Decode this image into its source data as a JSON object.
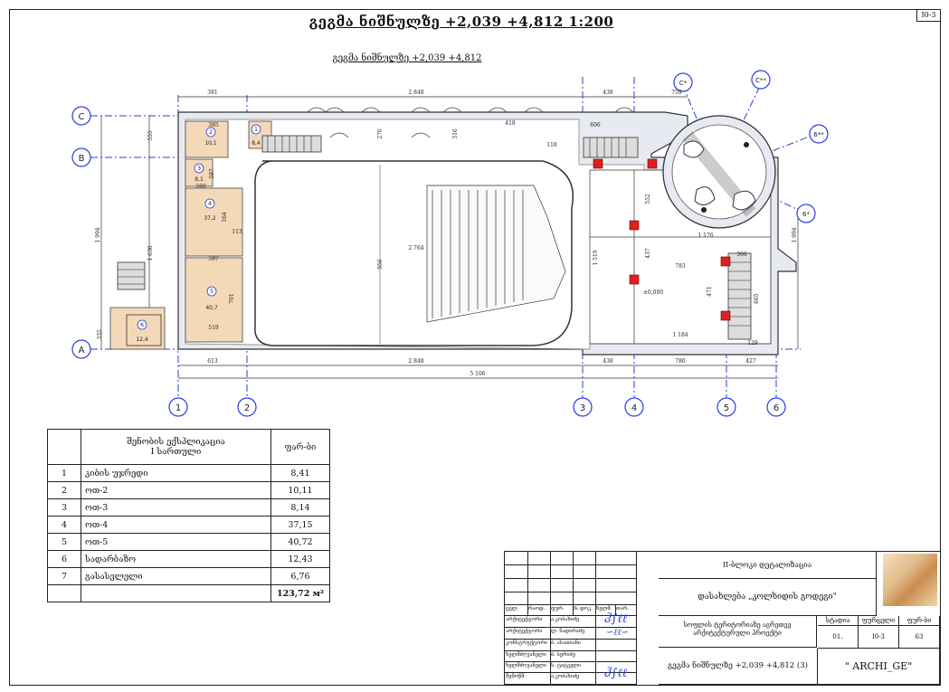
{
  "sheet_id": "I0-3",
  "title_main": "გეგმა ნიშნულზე +2,039 +4,812   1:200",
  "title_sub": "გეგმა ნიშნულზე +2,039 +4,812",
  "axes": {
    "rows": [
      "C",
      "B",
      "A"
    ],
    "cols": [
      "1",
      "2",
      "3",
      "4",
      "5",
      "6"
    ],
    "radial": [
      "C*",
      "C**",
      "6**",
      "6*"
    ]
  },
  "dimensions_top": [
    "381",
    "2 848",
    "438",
    "759"
  ],
  "dimensions_bottom": [
    "613",
    "2 848",
    "438",
    "780",
    "427"
  ],
  "dimension_overall": "5 106",
  "dimensions_left": [
    "555",
    "1 994",
    "1 630",
    "335"
  ],
  "dimension_right": "1 994",
  "inner_dims": [
    "2 764",
    "956",
    "1 519",
    "1 176",
    "783",
    "1 184",
    "±0,000",
    "606",
    "418",
    "270",
    "316",
    "118",
    "437",
    "552",
    "471",
    "665",
    "366",
    "129",
    "701",
    "597",
    "519",
    "385",
    "260",
    "597",
    "164",
    "113"
  ],
  "rooms": [
    {
      "no": "1",
      "area": "8,4"
    },
    {
      "no": "2",
      "area": "10,1"
    },
    {
      "no": "3",
      "area": "8,1"
    },
    {
      "no": "4",
      "area": "37,2"
    },
    {
      "no": "5",
      "area": "40,7"
    },
    {
      "no": "6",
      "area": "12,4"
    }
  ],
  "spec": {
    "header": "შენობის ექსპლიკაცია\nI სართული",
    "area_header": "ფარ-ბი",
    "rows": [
      {
        "no": "1",
        "name": "კიბის უჯრედი",
        "area": "8,41"
      },
      {
        "no": "2",
        "name": "ოთ-2",
        "area": "10,11"
      },
      {
        "no": "3",
        "name": "ოთ-3",
        "area": "8,14"
      },
      {
        "no": "4",
        "name": "ოთ-4",
        "area": "37,15"
      },
      {
        "no": "5",
        "name": "ოთ-5",
        "area": "40,72"
      },
      {
        "no": "6",
        "name": "სადარბაზო",
        "area": "12,43"
      },
      {
        "no": "7",
        "name": "გასასვლელი",
        "area": "6,76"
      }
    ],
    "total": "123,72 м²"
  },
  "title_block": {
    "project_group": "II-ბლოკი დეტალიზაცია",
    "object": "დასახლება „კოლხიდის გოდეგი\"",
    "client": "სოფლის ტერიტორიაზე აგრეთვე არქიტექტურული პროექტი",
    "sheet_title": "გეგმა ნიშნულზე +2,039 +4,812 (3)",
    "stage_label": "სტადია",
    "sheet_label": "ფურცელი",
    "sheets_label": "ფურ-ბი",
    "stage": "01.",
    "sheet": "I0-3",
    "sheets": "63",
    "firm": "\" ARCHI_GE\"",
    "roles": [
      "ცვლ.",
      "რაოდ.",
      "ფურ.",
      "№ დოკ.",
      "ხელმ.",
      "თარ."
    ],
    "people": [
      {
        "role": "არქიტექტორი",
        "name": "ა.კობახიძე"
      },
      {
        "role": "არქიტექტორი",
        "name": "ლ. ნადირაძე"
      },
      {
        "role": "კონსტრუქტორი",
        "name": "ბ. ასათიანი"
      },
      {
        "role": "ხელმძღვანელი",
        "name": "ბ. ბერიძე"
      },
      {
        "role": "ხელმძღვანელი",
        "name": "ს. ტიტველი"
      },
      {
        "role": "შემოწმ.",
        "name": "ა.კობახიძე"
      }
    ]
  },
  "colors": {
    "line": "#222222",
    "axis": "#2b3be0",
    "room_fill": "#f4d9b8",
    "wall": "#c9ccd8",
    "column": "#e02020"
  }
}
